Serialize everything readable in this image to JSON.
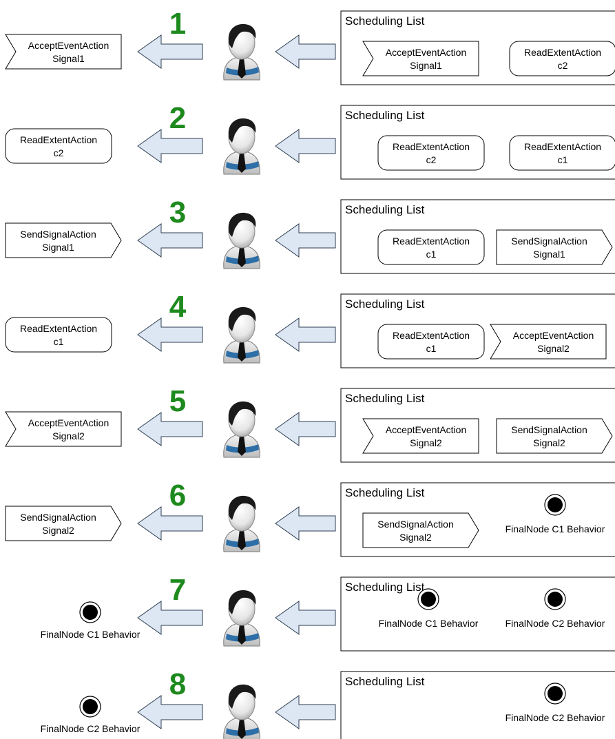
{
  "list_title": "Scheduling List",
  "steps": [
    {
      "number": "1",
      "output": {
        "type": "accept",
        "lines": [
          "AcceptEventAction",
          "Signal1"
        ]
      },
      "list": [
        {
          "type": "accept",
          "lines": [
            "AcceptEventAction",
            "Signal1"
          ]
        },
        {
          "type": "read",
          "lines": [
            "ReadExtentAction",
            "c2"
          ]
        }
      ]
    },
    {
      "number": "2",
      "output": {
        "type": "read",
        "lines": [
          "ReadExtentAction",
          "c2"
        ]
      },
      "list": [
        {
          "type": "read",
          "lines": [
            "ReadExtentAction",
            "c2"
          ]
        },
        {
          "type": "read",
          "lines": [
            "ReadExtentAction",
            "c1"
          ]
        }
      ]
    },
    {
      "number": "3",
      "output": {
        "type": "send",
        "lines": [
          "SendSignalAction",
          "Signal1"
        ]
      },
      "list": [
        {
          "type": "read",
          "lines": [
            "ReadExtentAction",
            "c1"
          ]
        },
        {
          "type": "send",
          "lines": [
            "SendSignalAction",
            "Signal1"
          ]
        }
      ]
    },
    {
      "number": "4",
      "output": {
        "type": "read",
        "lines": [
          "ReadExtentAction",
          "c1"
        ]
      },
      "list": [
        {
          "type": "read",
          "lines": [
            "ReadExtentAction",
            "c1"
          ]
        },
        {
          "type": "accept",
          "lines": [
            "AcceptEventAction",
            "Signal2"
          ]
        }
      ]
    },
    {
      "number": "5",
      "output": {
        "type": "accept",
        "lines": [
          "AcceptEventAction",
          "Signal2"
        ]
      },
      "list": [
        {
          "type": "accept",
          "lines": [
            "AcceptEventAction",
            "Signal2"
          ]
        },
        {
          "type": "send",
          "lines": [
            "SendSignalAction",
            "Signal2"
          ]
        }
      ]
    },
    {
      "number": "6",
      "output": {
        "type": "send",
        "lines": [
          "SendSignalAction",
          "Signal2"
        ]
      },
      "list": [
        {
          "type": "send",
          "lines": [
            "SendSignalAction",
            "Signal2"
          ]
        },
        {
          "type": "final",
          "lines": [
            "FinalNode C1 Behavior"
          ]
        }
      ]
    },
    {
      "number": "7",
      "output": {
        "type": "final",
        "lines": [
          "FinalNode C1 Behavior"
        ]
      },
      "list": [
        {
          "type": "final",
          "lines": [
            "FinalNode C1 Behavior"
          ]
        },
        {
          "type": "final",
          "lines": [
            "FinalNode C2 Behavior"
          ]
        }
      ]
    },
    {
      "number": "8",
      "output": {
        "type": "final",
        "lines": [
          "FinalNode C2 Behavior"
        ]
      },
      "list": [
        {
          "type": "empty",
          "lines": []
        },
        {
          "type": "final",
          "lines": [
            "FinalNode C2 Behavior"
          ]
        }
      ]
    }
  ],
  "icons": {
    "scheduler": "person-icon",
    "flow": "left-arrow-icon"
  },
  "colors": {
    "step_number": "#1e8a1e",
    "arrow_fill": "#dde6f3",
    "person_hair": "#1a1a1a",
    "person_scarf": "#2e6fa8"
  }
}
